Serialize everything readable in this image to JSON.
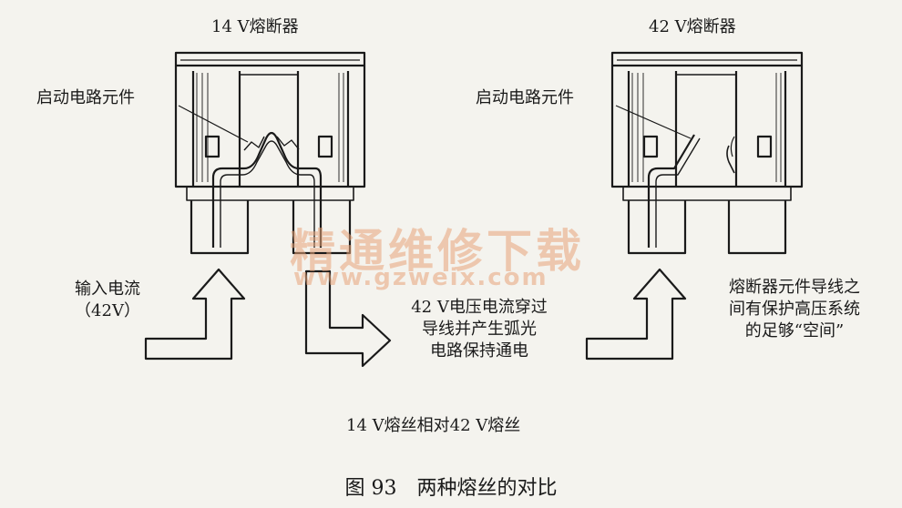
{
  "left_fuse": {
    "title": "14 V熔断器",
    "component_label": "启动电路元件"
  },
  "right_fuse": {
    "title": "42 V熔断器",
    "component_label": "启动电路元件"
  },
  "input_label": {
    "line1": "输入电流",
    "line2": "（42V）"
  },
  "middle_label": {
    "line1": "42 V电压电流穿过",
    "line2": "导线并产生弧光",
    "line3": "电路保持通电"
  },
  "right_label": {
    "line1": "熔断器元件导线之",
    "line2": "间有保护高压系统",
    "line3": "的足够“空间”"
  },
  "comparison_label": "14 V熔丝相对42 V熔丝",
  "figure_caption": "图 93　两种熔丝的对比",
  "watermark": {
    "text": "精通维修下载",
    "url": "www.gzweix.com"
  }
}
